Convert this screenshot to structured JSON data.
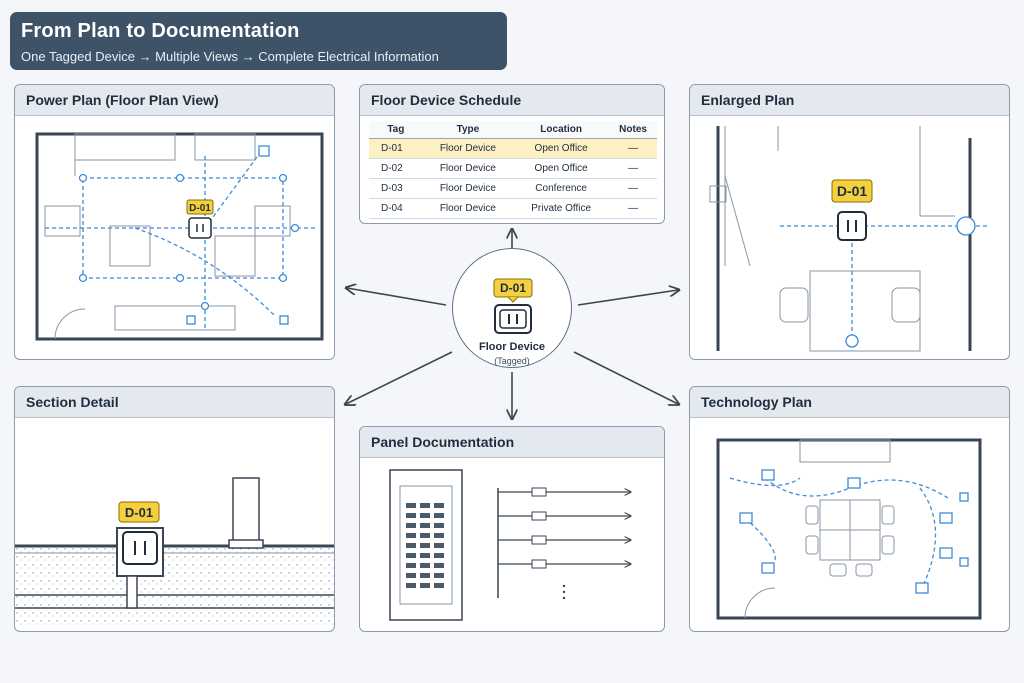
{
  "header": {
    "title": "From Plan to Documentation",
    "subtitle": "One Tagged Device → Multiple Views → Complete Electrical Information"
  },
  "device_tag": "D-01",
  "center": {
    "label": "Floor Device",
    "sublabel": "(Tagged)"
  },
  "panels": {
    "power_plan": {
      "title": "Power Plan (Floor Plan View)"
    },
    "schedule": {
      "title": "Floor Device Schedule"
    },
    "enlarged": {
      "title": "Enlarged Plan"
    },
    "section": {
      "title": "Section Detail"
    },
    "panel_doc": {
      "title": "Panel Documentation"
    },
    "technology": {
      "title": "Technology Plan"
    }
  },
  "schedule": {
    "headers": [
      "Tag",
      "Type",
      "Location",
      "Notes"
    ],
    "rows": [
      {
        "tag": "D-01",
        "type": "Floor Device",
        "location": "Open Office",
        "notes": "—"
      },
      {
        "tag": "D-02",
        "type": "Floor Device",
        "location": "Open Office",
        "notes": "—"
      },
      {
        "tag": "D-03",
        "type": "Floor Device",
        "location": "Conference",
        "notes": "—"
      },
      {
        "tag": "D-04",
        "type": "Floor Device",
        "location": "Private Office",
        "notes": "—"
      }
    ]
  },
  "colors": {
    "accent": "#3d8bd9",
    "tag": "#f4d03f",
    "banner": "#3e5368"
  }
}
